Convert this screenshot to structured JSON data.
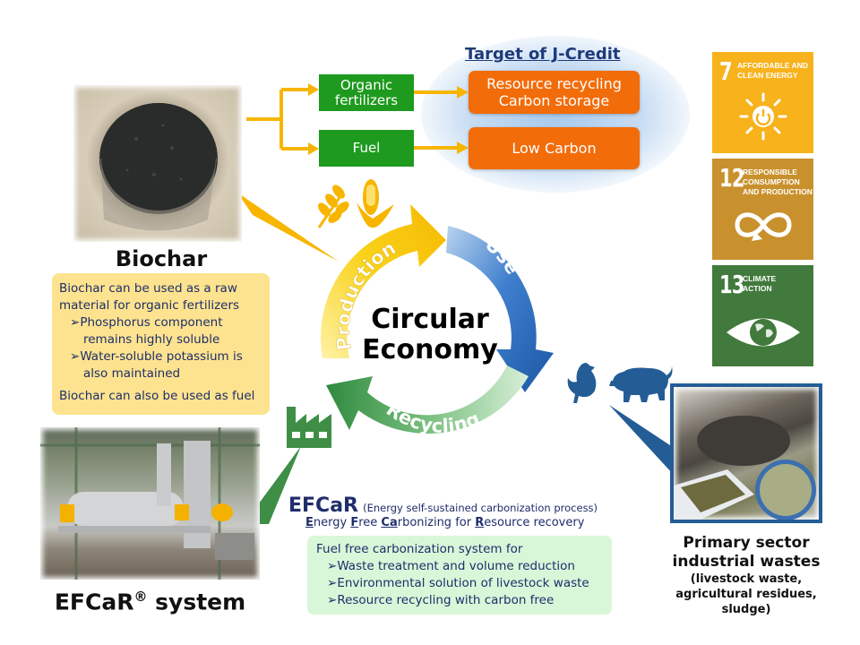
{
  "flow": {
    "organic_fertilizers": [
      "Organic",
      "fertilizers"
    ],
    "fuel": "Fuel",
    "jcredit_title": "Target of J-Credit",
    "resource_recycling": [
      "Resource recycling",
      "Carbon storage"
    ],
    "low_carbon": "Low Carbon"
  },
  "biochar": {
    "caption": "Biochar",
    "note_intro": [
      "Biochar can be used as a raw",
      "material for organic fertilizers"
    ],
    "bullets": [
      [
        "Phosphorus component",
        "remains highly soluble"
      ],
      [
        "Water-soluble potassium is",
        "also maintained"
      ]
    ],
    "note_outro": "Biochar can also be used as fuel",
    "bullet_glyph": "➢"
  },
  "cycle": {
    "center_line1": "Circular",
    "center_line2": "Economy",
    "production": "Production",
    "use": "Use",
    "recycling": "Recycling",
    "colors": {
      "production": "#f7c400",
      "use": "#1f5fae",
      "recycling": "#3e8e46"
    }
  },
  "sdgs": [
    {
      "number": "7",
      "label": [
        "AFFORDABLE AND",
        "CLEAN ENERGY"
      ],
      "color": "#f7b21c",
      "icon": "sun-power-icon"
    },
    {
      "number": "12",
      "label": [
        "RESPONSIBLE",
        "CONSUMPTION",
        "AND PRODUCTION"
      ],
      "color": "#c9912d",
      "icon": "infinity-loop-icon"
    },
    {
      "number": "13",
      "label": [
        "CLIMATE",
        "ACTION"
      ],
      "color": "#417a3c",
      "icon": "eye-globe-icon"
    }
  ],
  "efcar": {
    "title": "EFCaR",
    "subtitle": "(Energy self-sustained  carbonization process)",
    "expansion": [
      {
        "u": "E",
        "rest": "nergy "
      },
      {
        "u": "F",
        "rest": "ree "
      },
      {
        "u": "Ca",
        "rest": "rbonizing for "
      },
      {
        "u": "R",
        "rest": "esource  recovery"
      }
    ],
    "note_intro": "Fuel free carbonization system for",
    "bullets": [
      "Waste treatment and volume reduction",
      "Environmental solution of livestock waste",
      "Resource recycling with carbon free"
    ],
    "system_caption": "EFCaR",
    "system_caption_mark": "®",
    "system_caption_rest": " system"
  },
  "primary": {
    "title": [
      "Primary sector",
      "industrial wastes"
    ],
    "subtitle": [
      "(livestock waste,",
      "agricultural residues,",
      "sludge)"
    ]
  },
  "colors": {
    "flow_arrow": "#f7b500",
    "green_box": "#1e9a1e",
    "orange_box": "#f26c0a",
    "navy_text": "#1f2d6b",
    "livestock_icon": "#245d96",
    "factory_icon": "#3e8e46"
  }
}
